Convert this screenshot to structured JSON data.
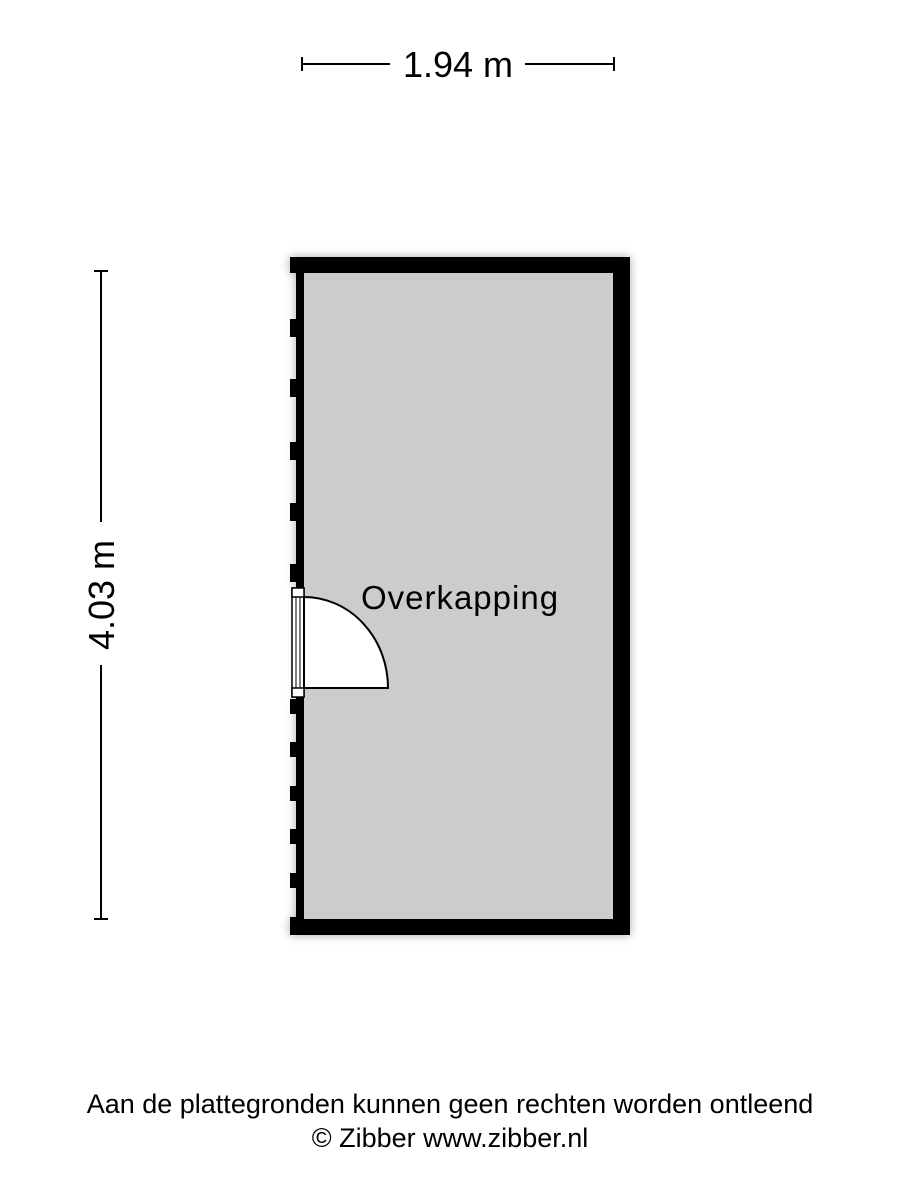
{
  "dimensions": {
    "width_label": "1.94 m",
    "height_label": "4.03 m"
  },
  "room": {
    "name": "Overkapping",
    "fill_color": "#cccccc",
    "wall_color": "#000000"
  },
  "footer": {
    "disclaimer": "Aan de plattegronden kunnen geen rechten worden ontleend",
    "copyright": "© Zibber www.zibber.nl"
  }
}
